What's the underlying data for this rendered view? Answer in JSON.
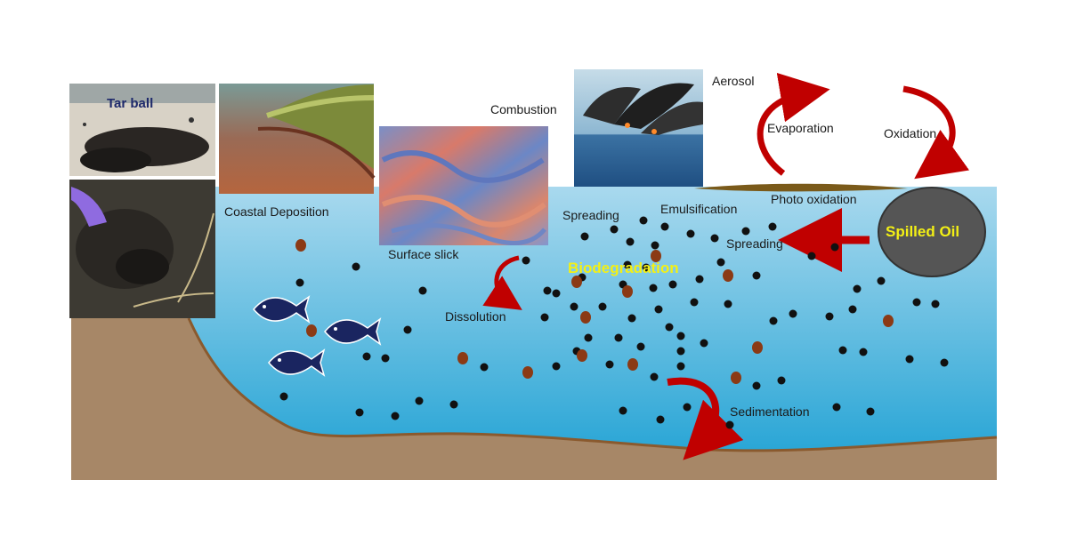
{
  "diagram": {
    "labels": {
      "tar_ball": "Tar ball",
      "coastal_deposition": "Coastal Deposition",
      "surface_slick": "Surface slick",
      "combustion": "Combustion",
      "aerosol": "Aerosol",
      "evaporation": "Evaporation",
      "oxidation": "Oxidation",
      "photo_oxidation": "Photo oxidation",
      "spreading_1": "Spreading",
      "emulsification": "Emulsification",
      "spreading_2": "Spreading",
      "spilled_oil": "Spilled Oil",
      "biodegradation": "Biodegradation",
      "dissolution": "Dissolution",
      "sedimentation": "Sedimentation"
    },
    "colors": {
      "water_top": "#a9d9ee",
      "water_bottom": "#2aa6d6",
      "seabed": "#a78767",
      "seabed_edge": "#8a5a2e",
      "arrow_red": "#c00000",
      "oil_circle": "#555555",
      "oil_film": "#7a5a1a",
      "fish": "#1a2560",
      "droplet_black": "#111111",
      "droplet_brown": "#8b3a15"
    },
    "photos": [
      "tar-ball-photo",
      "oiled-sediment-photo",
      "coastal-marsh-photo",
      "surface-slick-photo",
      "combustion-photo"
    ]
  }
}
